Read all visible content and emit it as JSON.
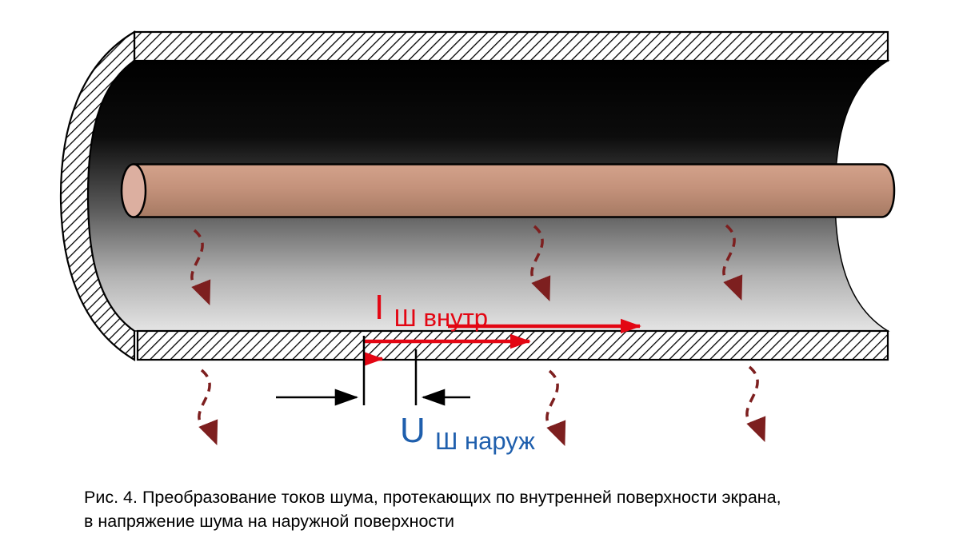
{
  "diagram": {
    "inner_current_label": {
      "symbol": "I",
      "subscript": "Ш внутр"
    },
    "outer_voltage_label": {
      "symbol": "U",
      "subscript": "Ш наруж"
    },
    "caption": {
      "line1": "Рис. 4. Преобразование токов шума, протекающих по внутренней поверхности экрана,",
      "line2": "в напряжение шума на наружной поверхности"
    },
    "colors": {
      "current_arrow_red": "#e30613",
      "noise_arrow_maroon": "#7d1f1f",
      "voltage_label_blue": "#1f5fad",
      "conductor_tan": "#c4927b",
      "conductor_cap_pink": "#dcafa0",
      "shield_outline": "#000000"
    }
  }
}
